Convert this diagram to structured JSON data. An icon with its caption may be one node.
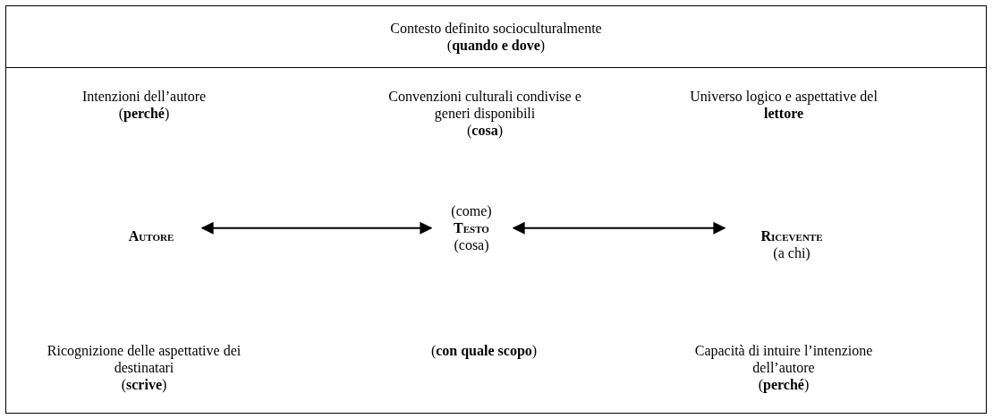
{
  "diagram": {
    "nodes": [
      {
        "text": [
          "Contesto definito socioculturalmente",
          "(**quando e dove**)"
        ]
      },
      {
        "text": [],
        "shape": "box"
      },
      {
        "text": [
          "Autore"
        ],
        "in": 1
      },
      {
        "text": [
          "(come)",
          "Testo",
          "(cosa)"
        ],
        "in": 1
      },
      {
        "text": [
          "Ricevente",
          "(a chi)"
        ],
        "in": 1
      }
    ],
    "edges": [
      {
        "from": 2,
        "to": 3,
        "arrow": "both"
      },
      {
        "from": 3,
        "to": 4,
        "arrow": "both"
      }
    ],
    "labels": [
      "Intenzioni dell’autore",
      "(**perché**)",
      "Convenzioni culturali condivise e generi disponibili",
      "(**cosa**)",
      "Universo logico e aspettative del **lettore**",
      "Ricognizione delle aspettative dei destinatari",
      "(**scrive**)",
      "(**con quale scopo**)",
      "Capacità di intuire l’intenzione dell’autore",
      "(**perché**)"
    ]
  }
}
